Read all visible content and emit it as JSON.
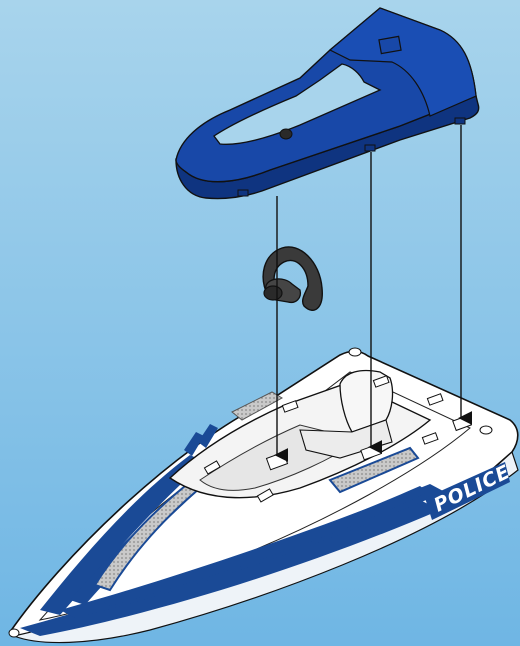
{
  "diagram": {
    "hull_label": "POLICE",
    "colors": {
      "background_top": "#a8d4ec",
      "background_bottom": "#6fb6e4",
      "hull": "#ffffff",
      "stripe": "#1a4a96",
      "deck_blue": "#1848a8",
      "deck_blue_dark": "#0f3480",
      "grey_pad": "#b5b5b5",
      "wheel": "#3a3a3a",
      "outline": "#111111"
    },
    "parts": [
      "deck-canopy",
      "steering-wheel",
      "hull"
    ],
    "arrows": 3
  }
}
